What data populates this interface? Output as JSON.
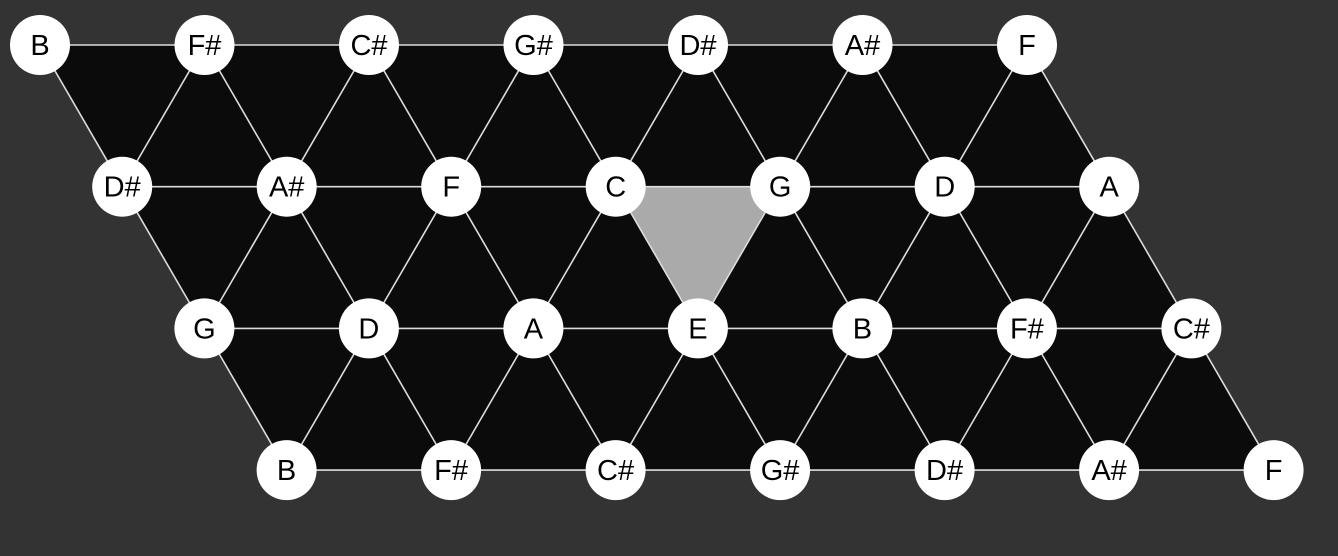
{
  "diagram": {
    "rows": [
      [
        "B",
        "F#",
        "C#",
        "G#",
        "D#",
        "A#",
        "F"
      ],
      [
        "D#",
        "A#",
        "F",
        "C",
        "G",
        "D",
        "A"
      ],
      [
        "G",
        "D",
        "A",
        "E",
        "B",
        "F#",
        "C#"
      ],
      [
        "B",
        "F#",
        "C#",
        "G#",
        "D#",
        "A#",
        "F"
      ]
    ],
    "highlighted_triad": [
      "C",
      "G",
      "E"
    ],
    "colors": {
      "background": "#333333",
      "grid_fill": "#0b0b0b",
      "edge": "#dddddd",
      "node": "#ffffff",
      "highlight": "#aaaaaa"
    }
  }
}
